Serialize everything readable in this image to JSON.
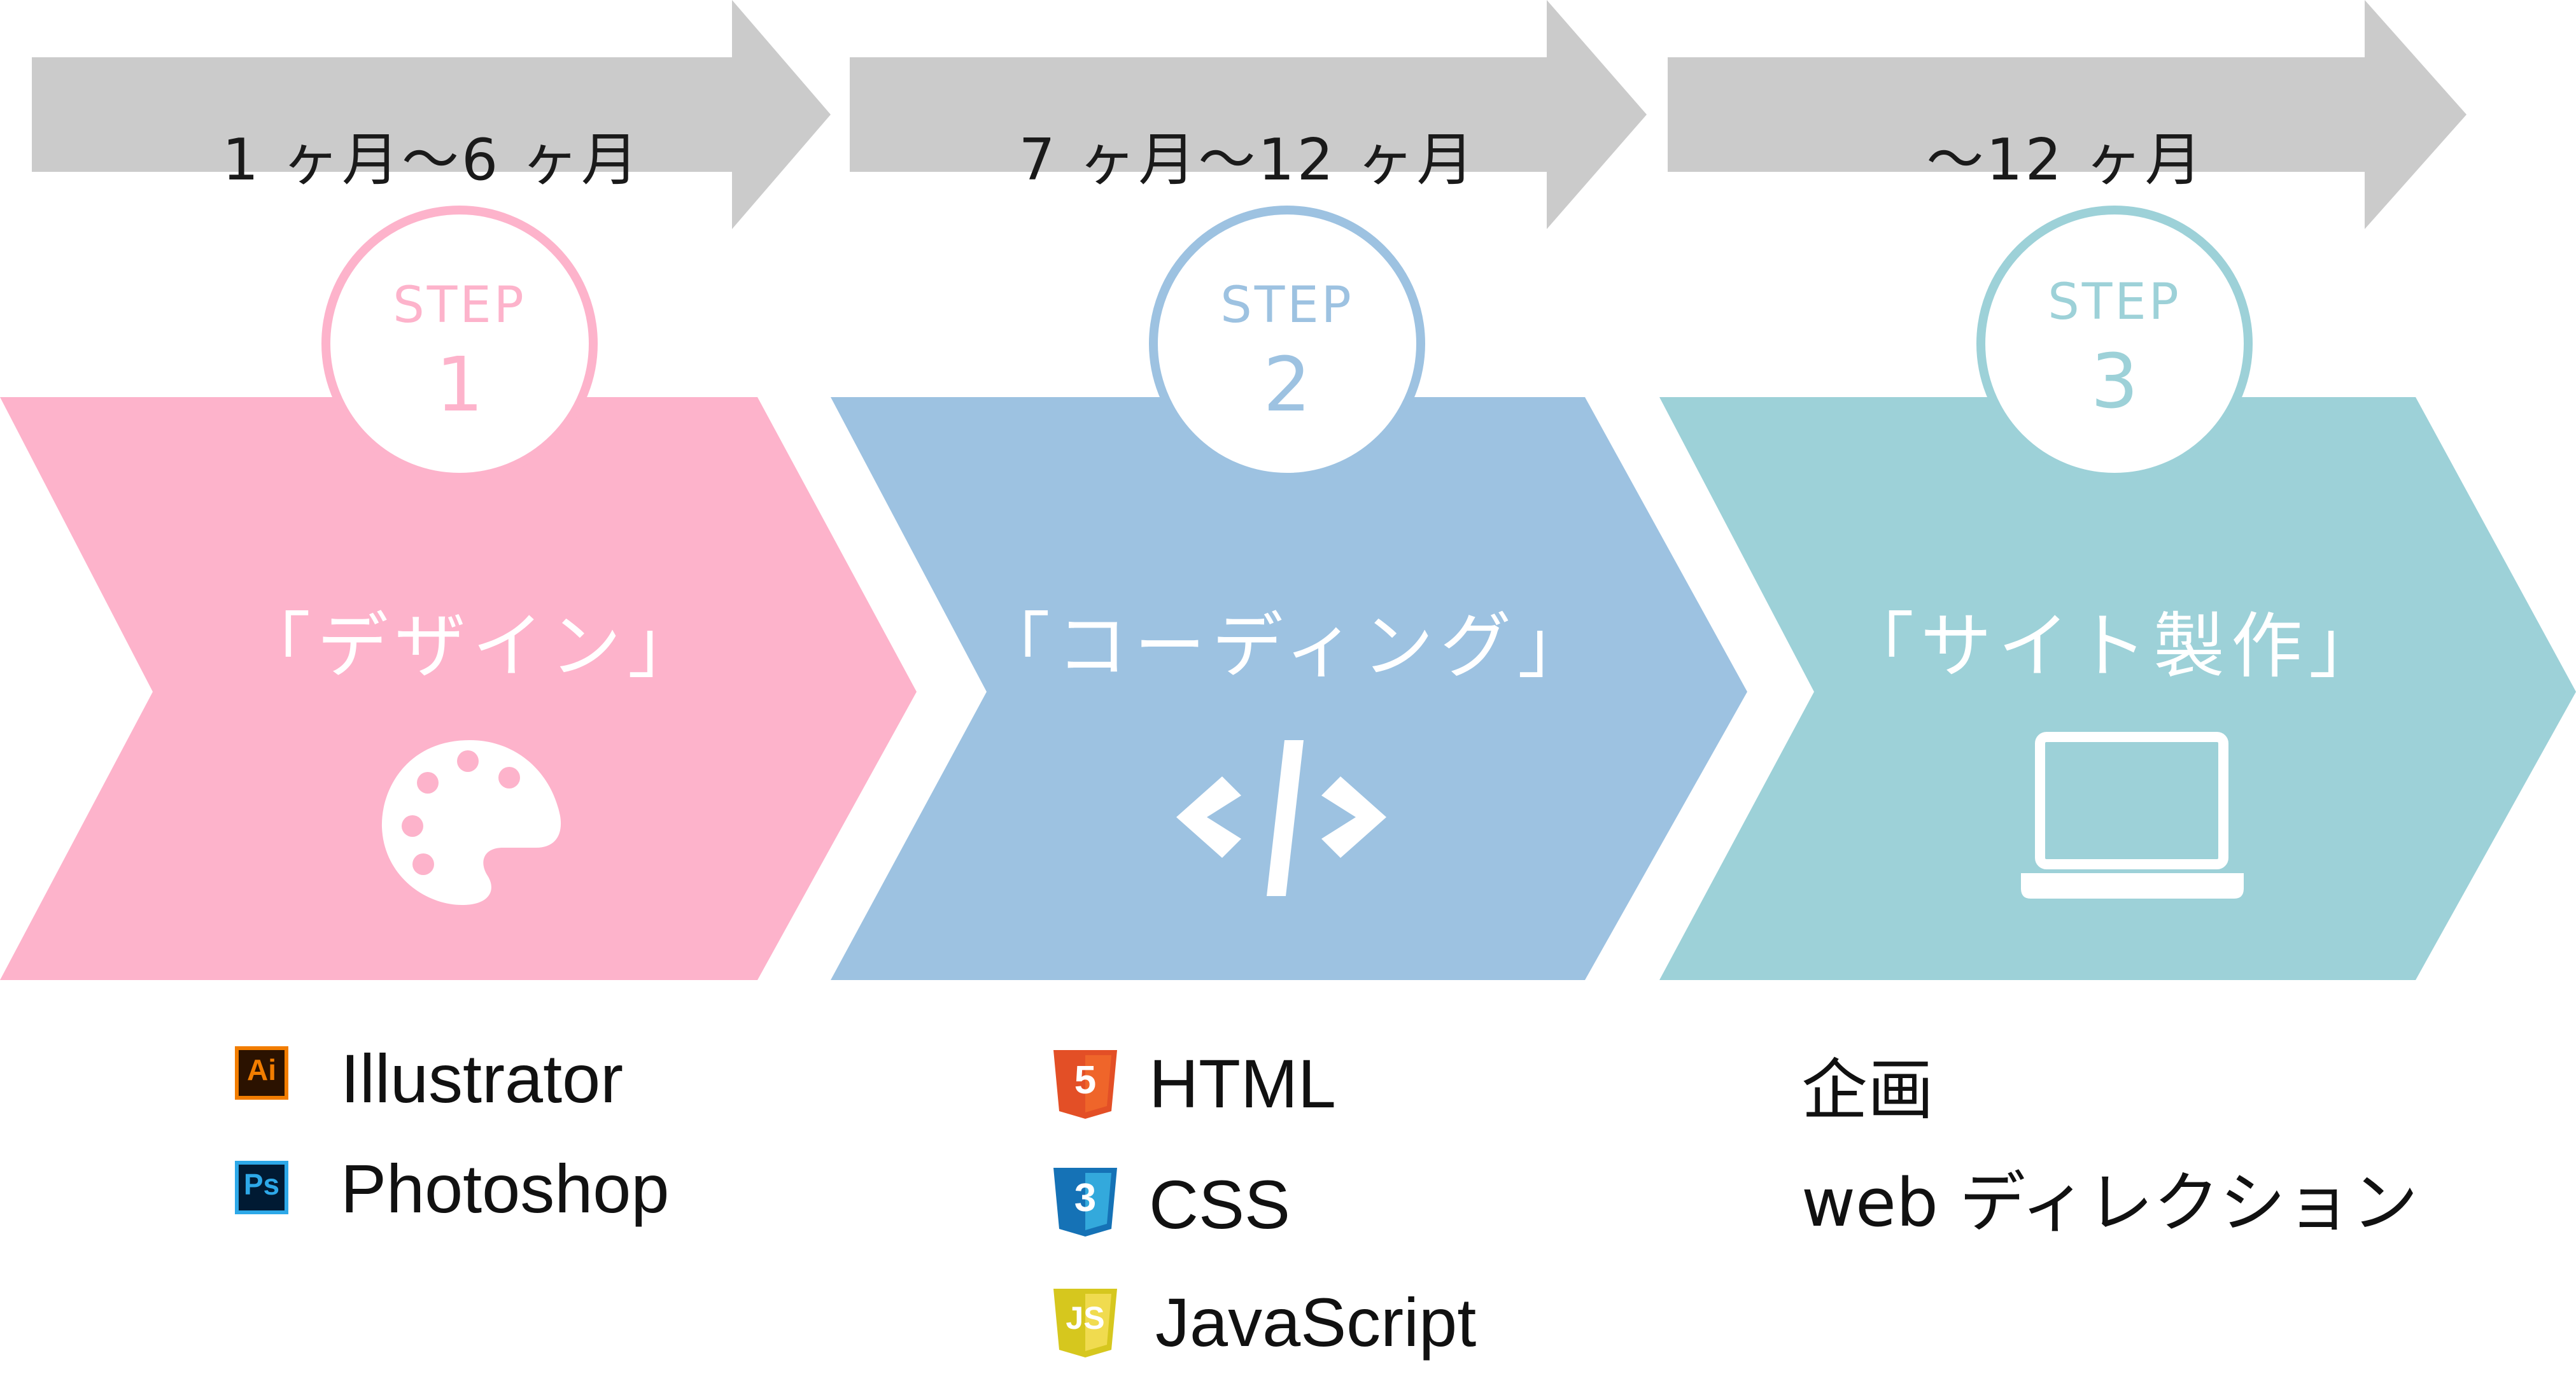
{
  "colors": {
    "timeline_arrow": "#cbcbcb",
    "step1": "#fdb3cb",
    "step2": "#9dc2e1",
    "step3": "#9dd1d8"
  },
  "timeline": [
    {
      "label": "1 ヶ月〜6 ヶ月"
    },
    {
      "label": "7 ヶ月〜12 ヶ月"
    },
    {
      "label": "〜12 ヶ月"
    }
  ],
  "steps": [
    {
      "step_label": "STEP",
      "number": "1",
      "title": "「デザイン」",
      "icon": "palette-icon",
      "tools": [
        {
          "icon": "illustrator-icon",
          "icon_text": "Ai",
          "label": "Illustrator"
        },
        {
          "icon": "photoshop-icon",
          "icon_text": "Ps",
          "label": "Photoshop"
        }
      ]
    },
    {
      "step_label": "STEP",
      "number": "2",
      "title": "「コーディング」",
      "icon": "code-icon",
      "tools": [
        {
          "icon": "html5-icon",
          "icon_text": "5",
          "label": "HTML"
        },
        {
          "icon": "css3-icon",
          "icon_text": "3",
          "label": "CSS"
        },
        {
          "icon": "javascript-icon",
          "icon_text": "JS",
          "label": "JavaScript"
        }
      ]
    },
    {
      "step_label": "STEP",
      "number": "3",
      "title": "「サイト製作」",
      "icon": "laptop-icon",
      "tasks": [
        "企画",
        "web ディレクション"
      ]
    }
  ]
}
